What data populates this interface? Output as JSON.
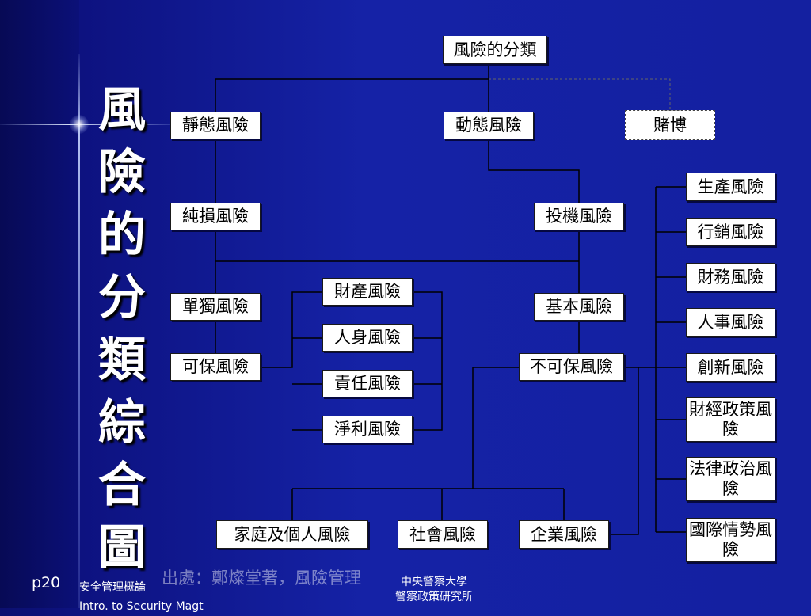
{
  "title": "風險的分類綜合圖",
  "nodes": {
    "root": "風險的分類",
    "static": "靜態風險",
    "dynamic": "動態風險",
    "gambling": "賭博",
    "pure": "純損風險",
    "speculative": "投機風險",
    "individual": "單獨風險",
    "fundamental": "基本風險",
    "insurable": "可保風險",
    "uninsurable": "不可保風險",
    "property": "財產風險",
    "personal": "人身風險",
    "liability": "責任風險",
    "net_income": "淨利風險",
    "family": "家庭及個人風險",
    "social": "社會風險",
    "enterprise": "企業風險",
    "production": "生產風險",
    "marketing": "行銷風險",
    "finance": "財務風險",
    "hr": "人事風險",
    "innovation": "創新風險",
    "fiscal_policy": "財經政策風險",
    "legal_political": "法律政治風險",
    "international": "國際情勢風險"
  },
  "footer": {
    "page": "p20",
    "course_zh": "安全管理概論",
    "course_en": "Intro. to Security Magt",
    "source": "出處：鄭燦堂著，風險管理",
    "inst_line1": "中央警察大學",
    "inst_line2": "警察政策研究所"
  }
}
